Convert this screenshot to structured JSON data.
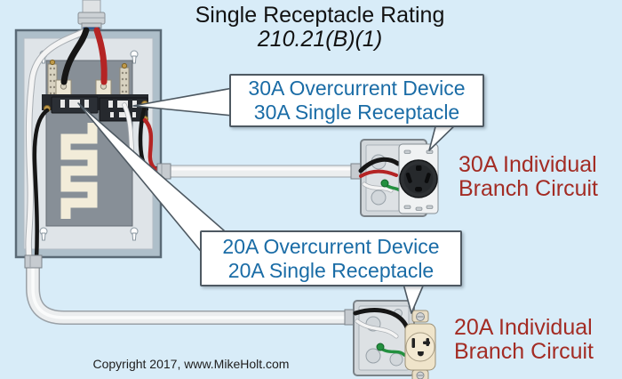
{
  "title": {
    "line1": "Single Receptacle Rating",
    "line2": "210.21(B)(1)"
  },
  "callouts": {
    "c30": {
      "line1": "30A Overcurrent Device",
      "line2": "30A Single Receptacle"
    },
    "c20": {
      "line1": "20A Overcurrent Device",
      "line2": "20A Single Receptacle"
    }
  },
  "labels": {
    "b30": {
      "line1": "30A Individual",
      "line2": "Branch Circuit"
    },
    "b20": {
      "line1": "20A Individual",
      "line2": "Branch Circuit"
    }
  },
  "footer": {
    "copyright": "Copyright 2017, www.MikeHolt.com"
  },
  "colors": {
    "background": "#d8ecf8",
    "callout_text_blue": "#1a6ca6",
    "branch_label_red": "#a32c24",
    "title_black": "#121212",
    "panel_enclosure_gray": "#dfe4e8",
    "panel_interior_gray": "#878f97",
    "bus_cream": "#f2ecd9",
    "wire_black": "#161616",
    "wire_red": "#b42424",
    "wire_white": "#f4f4f4",
    "wire_green": "#23903f",
    "conduit_gray": "#eceeef",
    "receptacle_30a_black": "#2e3134",
    "receptacle_20a_ivory": "#efe4ca"
  },
  "illustrations": [
    "service-conduit",
    "electrical-panel",
    "breaker-assembly",
    "panel-bus",
    "branch-conduit-30a",
    "junction-box-30a",
    "receptacle-30a",
    "branch-conduit-20a",
    "junction-box-20a",
    "receptacle-20a",
    "callout-pointer"
  ]
}
